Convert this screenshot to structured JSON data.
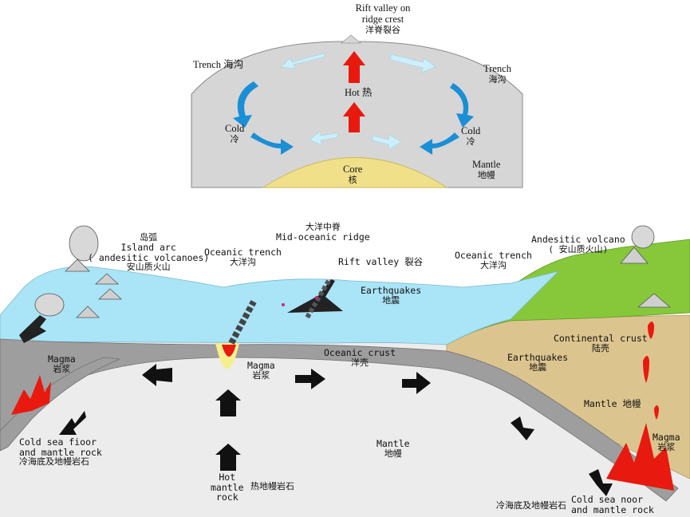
{
  "top": {
    "rift": [
      "Rift valley on",
      "ridge crest",
      "洋脊裂谷"
    ],
    "trench_left": "Trench 海沟",
    "trench_right": [
      "Trench",
      "海沟"
    ],
    "hot": "Hot 热",
    "cold_left": [
      "Cold",
      "冷"
    ],
    "cold_right": [
      "Cold",
      "冷"
    ],
    "mantle": [
      "Mantle",
      "地幔"
    ],
    "core": [
      "Core",
      "核"
    ]
  },
  "bottom": {
    "island_arc": [
      "岛弧",
      "Island arc",
      "( andesitic volcanoes)",
      "安山质火山"
    ],
    "oceanic_trench_left": [
      "Oceanic  trench",
      "大洋沟"
    ],
    "ridge": [
      "大洋中脊",
      "Mid-oceanic ridge"
    ],
    "rift_valley": "Rift valley 裂谷",
    "oceanic_trench_right": [
      "Oceanic  trench",
      "大洋沟"
    ],
    "andesitic_volcano": [
      "Andesitic volcano",
      "( 安山质火山)"
    ],
    "earthquakes_ocean": [
      "Earthquakes",
      "地震"
    ],
    "continental_crust": [
      "Continental crust",
      "陆壳"
    ],
    "oceanic_crust": [
      "Oceanic  crust",
      "洋壳"
    ],
    "earthquakes_land": [
      "Earthquakes",
      "地震"
    ],
    "magma_left": [
      "Magma",
      "岩浆"
    ],
    "magma_center": [
      "Magma",
      "岩浆"
    ],
    "magma_right": [
      "Magma",
      "岩浆"
    ],
    "mantle_right": "Mantle 地幔",
    "mantle_center": [
      "Mantle",
      "地幔"
    ],
    "cold_left": [
      "Cold sea fioor",
      "and mantle rock",
      "冷海底及地幔岩石"
    ],
    "hot_rock": [
      "Hot",
      "mantle",
      "rock"
    ],
    "hot_rock_zh": "热地幔岩石",
    "cold_right_zh": "冷海底及地幔岩石",
    "cold_right": [
      "Cold sea noor",
      "and mantle rock"
    ]
  },
  "colors": {
    "mantle_grey": "#d6d6d6",
    "core_yellow": "#f0e08a",
    "arrow_red": "#e8190f",
    "arrow_blue": "#1b8fd6",
    "arrow_lightblue": "#cdeefb",
    "ocean": "#a9e4f7",
    "continent_green": "#86c83a",
    "continent_tan": "#dcc48e",
    "magma_red": "#e8190f"
  }
}
